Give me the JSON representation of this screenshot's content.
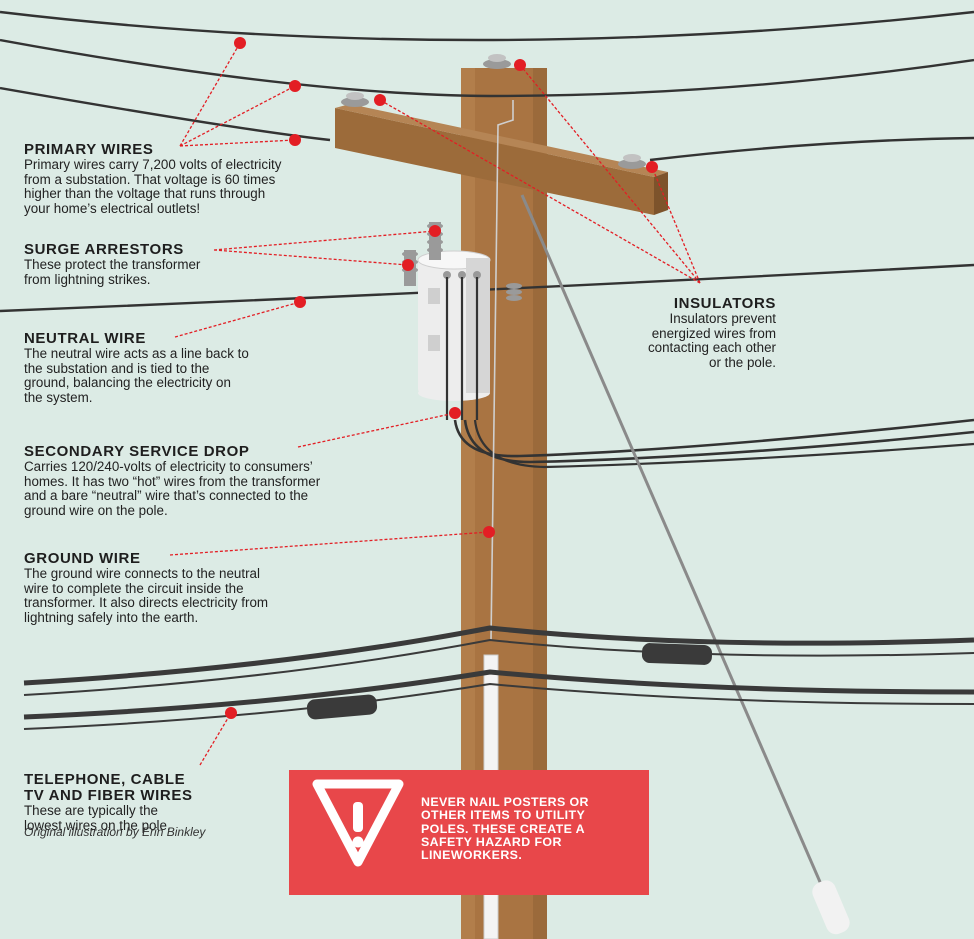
{
  "labels": {
    "primary": {
      "title": "PRIMARY WIRES",
      "lines": [
        "Primary wires carry 7,200 volts of electricity",
        "from a substation. That voltage is 60 times",
        "higher than the voltage that runs through",
        "your home’s electrical outlets!"
      ]
    },
    "surge": {
      "title": "SURGE ARRESTORS",
      "lines": [
        "These protect the transformer",
        "from lightning strikes."
      ]
    },
    "neutral": {
      "title": "NEUTRAL WIRE",
      "lines": [
        "The neutral wire acts as a line back to",
        "the substation and is tied to the",
        "ground, balancing the electricity on",
        "the system."
      ]
    },
    "secondary": {
      "title": "SECONDARY SERVICE DROP",
      "lines": [
        "Carries 120/240-volts of electricity to consumers’",
        "homes. It has two “hot” wires from the transformer",
        "and a bare “neutral” wire that’s connected to the",
        "ground wire on the pole."
      ]
    },
    "ground": {
      "title": "GROUND WIRE",
      "lines": [
        "The ground wire connects to the neutral",
        "wire to complete the circuit inside the",
        "transformer. It also directs electricity from",
        "lightning safely into the earth."
      ]
    },
    "telephone": {
      "title_lines": [
        "TELEPHONE, CABLE",
        "TV AND FIBER WIRES"
      ],
      "lines": [
        "These are typically the",
        "lowest wires on the pole."
      ]
    },
    "insulators": {
      "title": "INSULATORS",
      "lines": [
        "Insulators prevent",
        "energized wires from",
        "contacting each other",
        "or the pole."
      ]
    }
  },
  "warning": {
    "lines": [
      "NEVER NAIL POSTERS OR",
      "OTHER ITEMS TO UTILITY",
      "POLES. THESE CREATE A",
      "SAFETY HAZARD FOR",
      "LINEWORKERS."
    ],
    "icon": "exclamation-triangle-icon",
    "background": "#e8474a"
  },
  "credit": "Original illustration by Erin Binkley",
  "colors": {
    "background": "#dcebe5",
    "pole": "#a97442",
    "crossarm": "#9c6b3a",
    "wire": "#3a3a3a",
    "marker": "#e31e24",
    "leader": "#e31e24"
  }
}
